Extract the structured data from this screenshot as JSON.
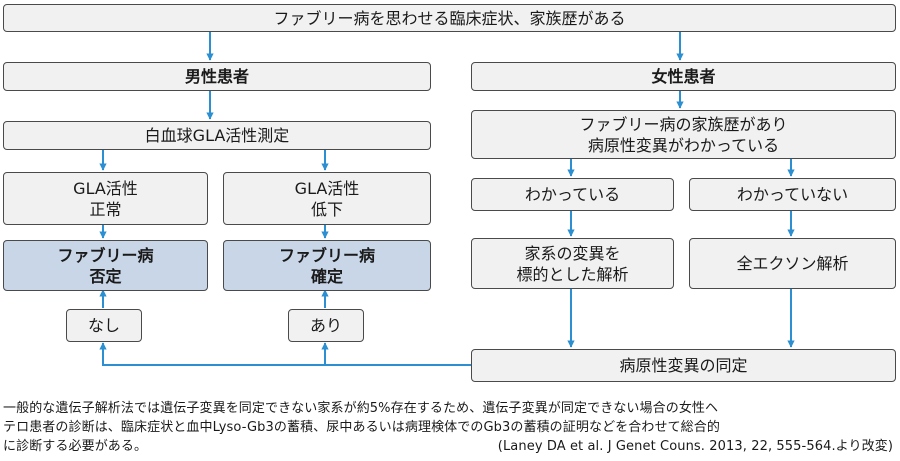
{
  "colors": {
    "box_fill": "#f1f1f1",
    "highlight_fill": "#c8d6e8",
    "border": "#4a4a4a",
    "arrow": "#2b8fd1"
  },
  "flow": {
    "top": "ファブリー病を思わせる臨床症状、家族歴がある",
    "male": "男性患者",
    "female": "女性患者",
    "gla_test": "白血球GLA活性測定",
    "gla_normal": "GLA活性\n正常",
    "gla_low": "GLA活性\n低下",
    "fabry_denied": "ファブリー病\n否定",
    "fabry_confirmed": "ファブリー病\n確定",
    "none": "なし",
    "present": "あり",
    "family_history": "ファブリー病の家族歴があり\n病原性変異がわかっている",
    "known": "わかっている",
    "unknown": "わかっていない",
    "targeted": "家系の変異を\n標的とした解析",
    "all_exon": "全エクソン解析",
    "identification": "病原性変異の同定"
  },
  "footnote": {
    "line1": "一般的な遺伝子解析法では遺伝子変異を同定できない家系が約5%存在するため、遺伝子変異が同定できない場合の女性ヘ",
    "line2": "テロ患者の診断は、臨床症状と血中Lyso-Gb3の蓄積、尿中あるいは病理検体でのGb3の蓄積の証明などを合わせて総合的",
    "line3": "に診断する必要がある。",
    "citation": "(Laney DA et al. J Genet Couns. 2013, 22, 555-564.より改変)"
  }
}
